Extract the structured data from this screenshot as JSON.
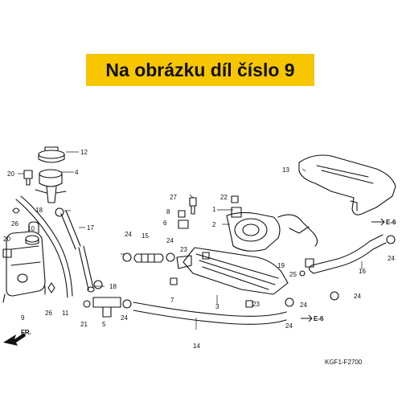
{
  "banner": {
    "text": "Na obrázku díl číslo 9",
    "color": "#f7c600"
  },
  "diagram": {
    "code": "KGF1-F2700",
    "direction_label": "FR.",
    "ref_labels": [
      "E-6",
      "E-6"
    ],
    "callouts": [
      "12",
      "20",
      "4",
      "26",
      "18",
      "17",
      "20",
      "10",
      "9",
      "26",
      "11",
      "21",
      "5",
      "18",
      "24",
      "15",
      "24",
      "27",
      "8",
      "6",
      "22",
      "1",
      "2",
      "23",
      "7",
      "3",
      "23",
      "13",
      "19",
      "25",
      "24",
      "16",
      "24",
      "24",
      "14",
      "24",
      "24"
    ]
  },
  "icons": [
    "arrow-fr-icon",
    "arrow-e6-icon"
  ]
}
